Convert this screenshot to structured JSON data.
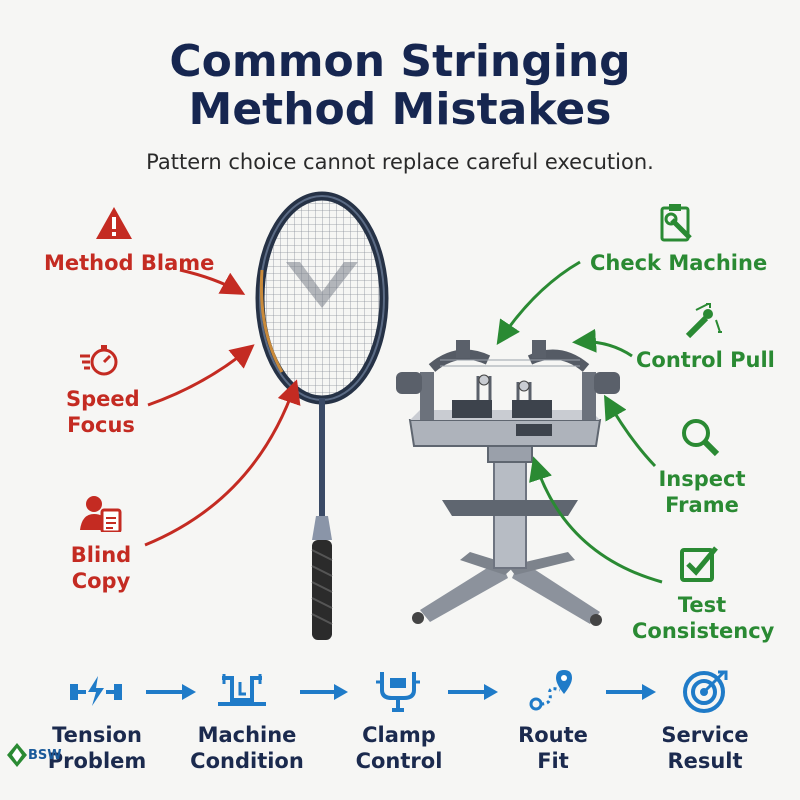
{
  "title_line1": "Common Stringing",
  "title_line2": "Method Mistakes",
  "subtitle": "Pattern choice cannot replace careful execution.",
  "mistakes": {
    "method_blame": "Method Blame",
    "speed_focus_1": "Speed",
    "speed_focus_2": "Focus",
    "blind_copy_1": "Blind",
    "blind_copy_2": "Copy"
  },
  "fixes": {
    "check_machine": "Check Machine",
    "control_pull": "Control Pull",
    "inspect_frame_1": "Inspect",
    "inspect_frame_2": "Frame",
    "test_consistency_1": "Test",
    "test_consistency_2": "Consistency"
  },
  "flow": [
    {
      "line1": "Tension",
      "line2": "Problem"
    },
    {
      "line1": "Machine",
      "line2": "Condition"
    },
    {
      "line1": "Clamp",
      "line2": "Control"
    },
    {
      "line1": "Route",
      "line2": "Fit"
    },
    {
      "line1": "Service",
      "line2": "Result"
    }
  ],
  "logo_text": "BSW",
  "colors": {
    "mistake": "#c42b22",
    "fix": "#2a8a33",
    "flow": "#1f7bc8",
    "title": "#162650"
  }
}
